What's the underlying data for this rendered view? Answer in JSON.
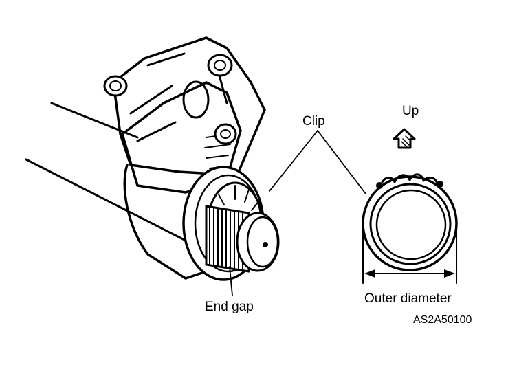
{
  "labels": {
    "clip": "Clip",
    "up": "Up",
    "end_gap": "End gap",
    "outer_diameter": "Outer diameter",
    "figure_code": "AS2A50100"
  }
}
